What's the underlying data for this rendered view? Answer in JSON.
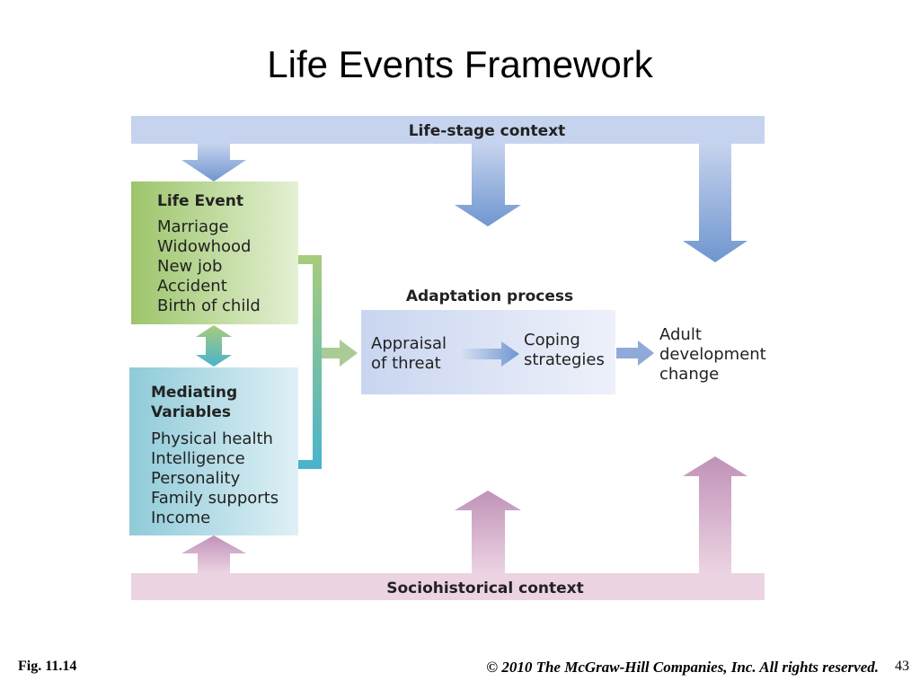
{
  "slide": {
    "title": "Life Events Framework",
    "figure_label": "Fig. 11.14",
    "copyright": "© 2010 The McGraw-Hill Companies, Inc. All rights reserved.",
    "page_number": "43"
  },
  "diagram": {
    "top_context": "Life-stage context",
    "bottom_context": "Sociohistorical context",
    "life_event": {
      "title": "Life Event",
      "items": [
        "Marriage",
        "Widowhood",
        "New job",
        "Accident",
        "Birth of child"
      ]
    },
    "mediating": {
      "title_lines": [
        "Mediating",
        "Variables"
      ],
      "items": [
        "Physical health",
        "Intelligence",
        "Personality",
        "Family supports",
        "Income"
      ]
    },
    "adaptation": {
      "title": "Adaptation process",
      "appraisal_lines": [
        "Appraisal",
        "of threat"
      ],
      "coping_lines": [
        "Coping",
        "strategies"
      ]
    },
    "outcome_lines": [
      "Adult",
      "development",
      "change"
    ],
    "colors": {
      "top_band": "#c6d3ee",
      "top_arrow": "#7b9fd3",
      "bottom_band": "#ecd3e2",
      "bottom_arrow": "#c79bbd",
      "life_event_box": "#a8cc7c",
      "mediating_box": "#9fd2de",
      "adaptation_box": "#dde3f5"
    }
  }
}
